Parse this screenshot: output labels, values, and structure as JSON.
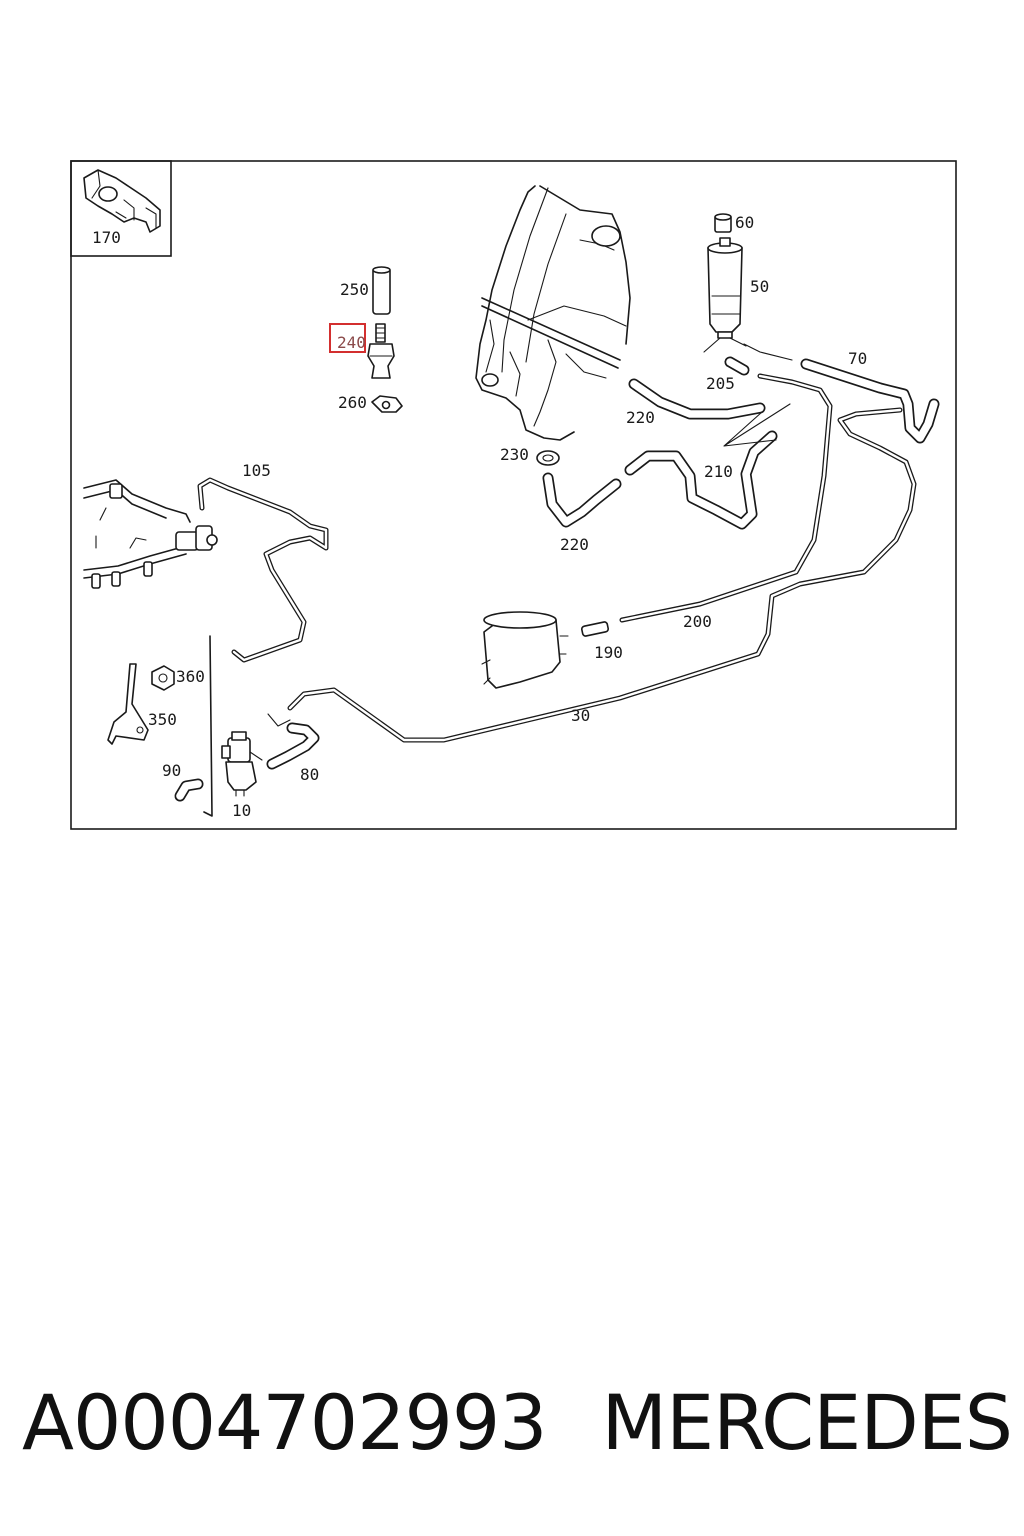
{
  "callouts": {
    "c170": "170",
    "c60": "60",
    "c250": "250",
    "c50": "50",
    "c240": "240",
    "c70": "70",
    "c205": "205",
    "c260": "260",
    "c220a": "220",
    "c230": "230",
    "c105": "105",
    "c210": "210",
    "c220b": "220",
    "c200": "200",
    "c190": "190",
    "c360": "360",
    "c350": "350",
    "c30": "30",
    "c90": "90",
    "c80": "80",
    "c10": "10"
  },
  "highlight": {
    "part": "240",
    "color": "#d32f2f"
  },
  "caption": {
    "part_number": "A0004702993",
    "brand": "MERCEDES"
  }
}
